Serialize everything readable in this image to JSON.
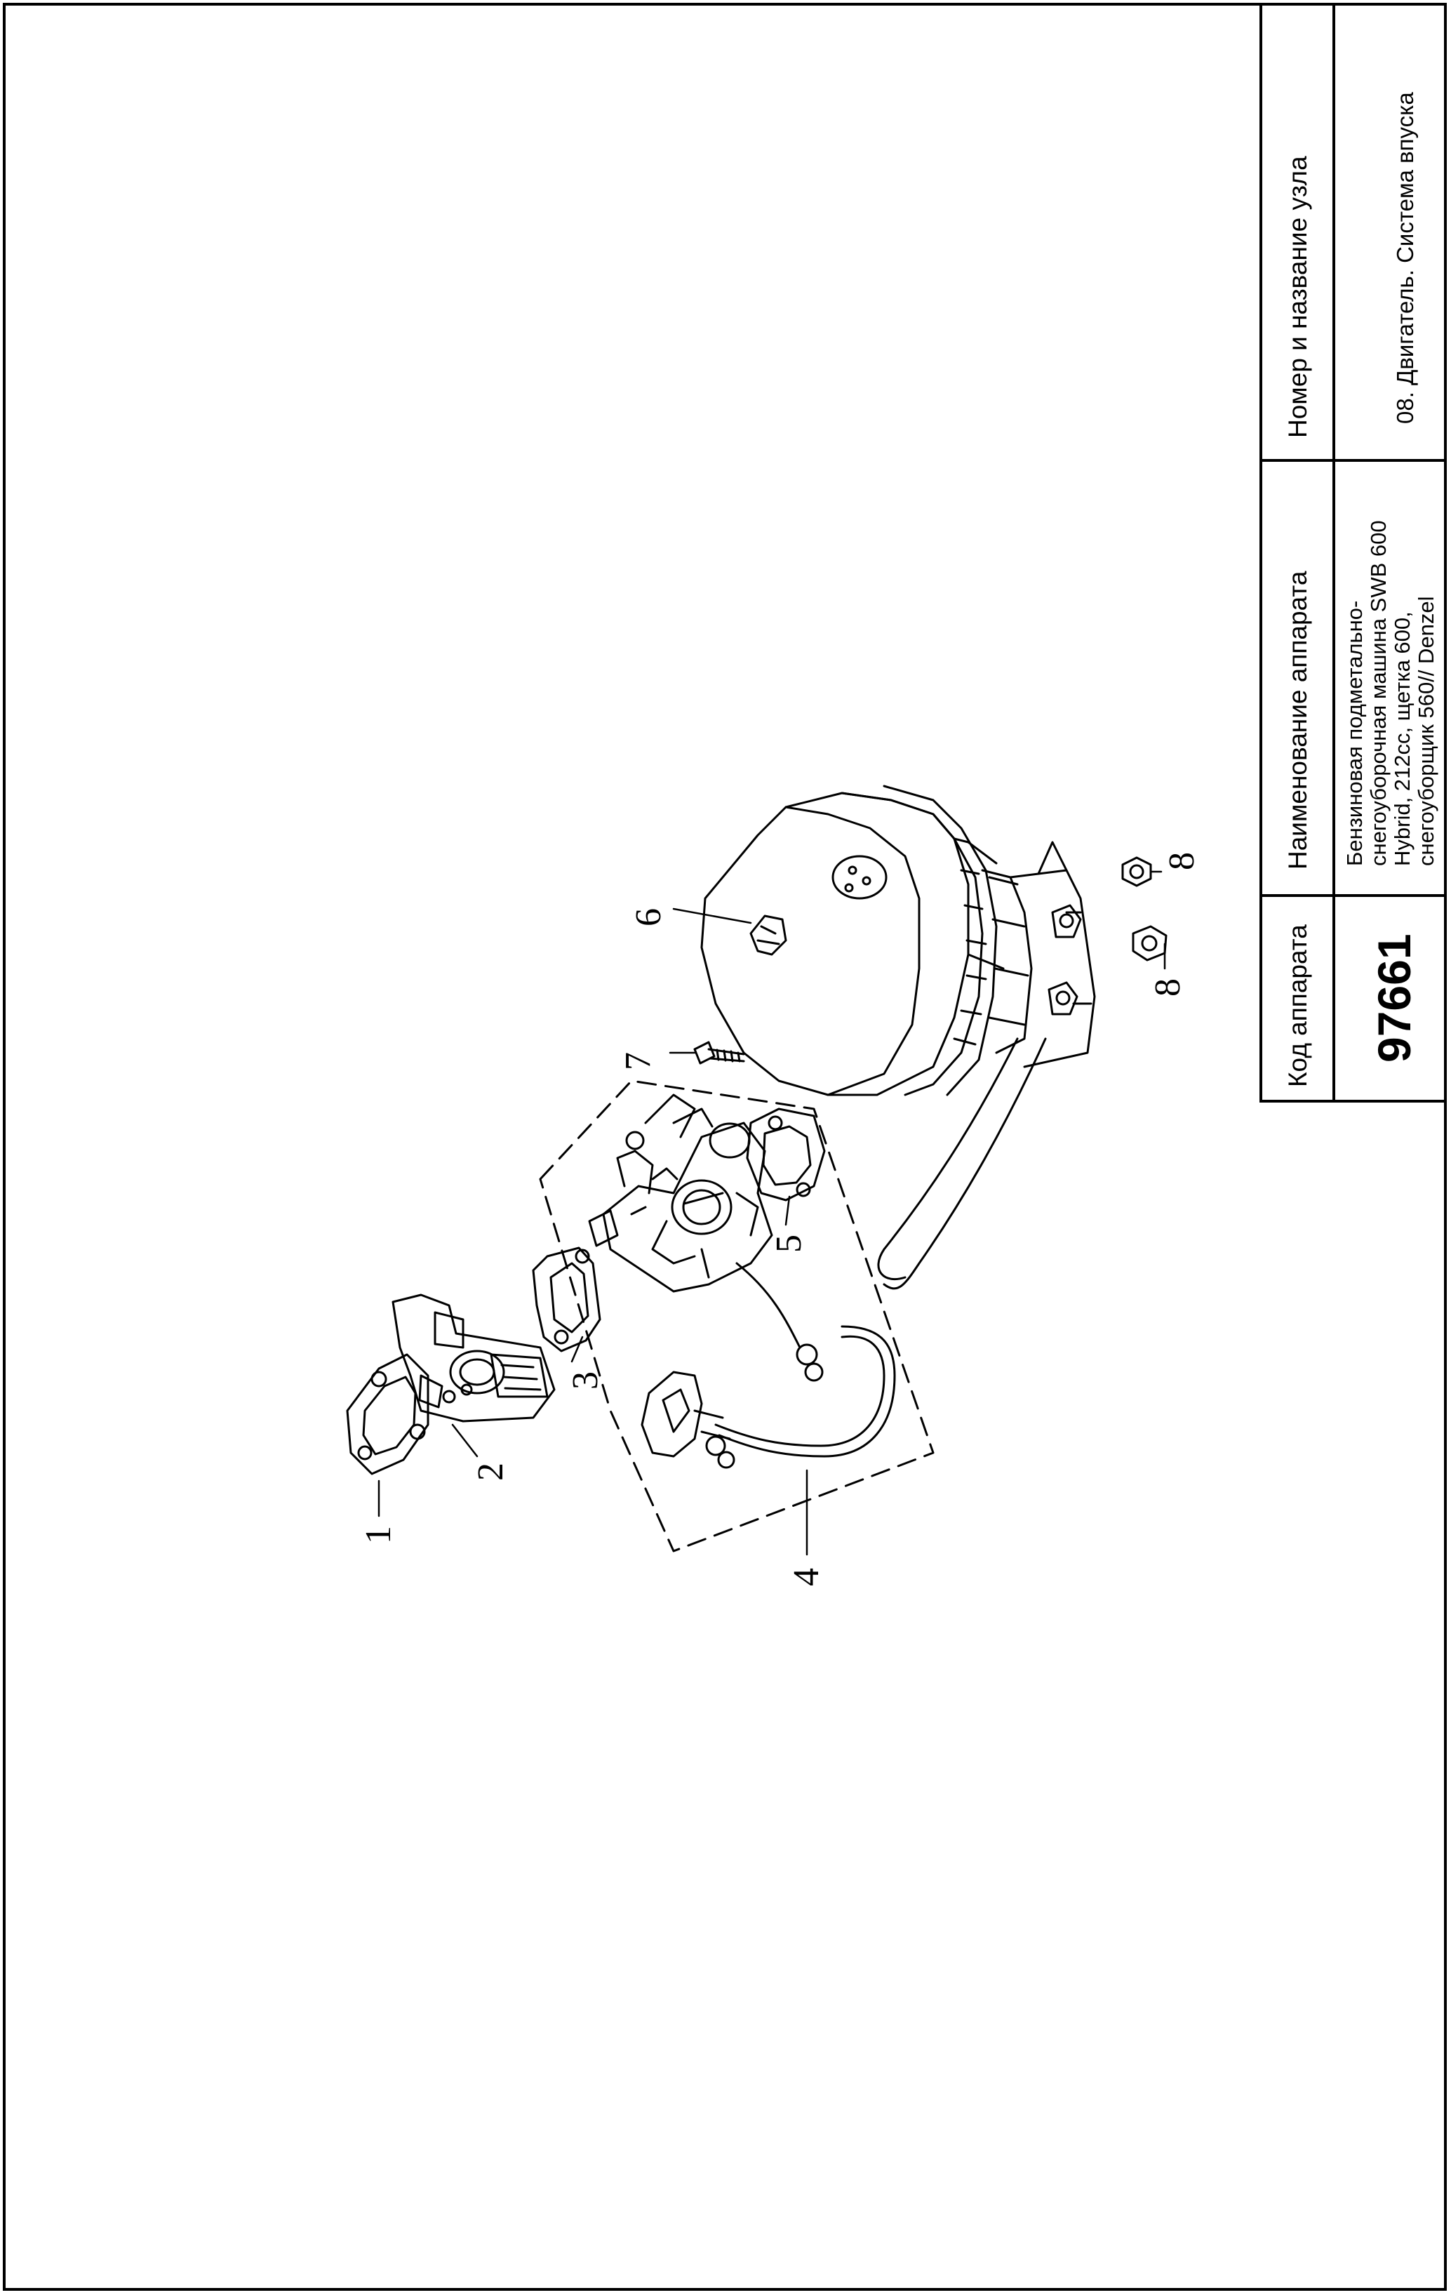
{
  "title_block": {
    "header_code": "Код аппарата",
    "header_name": "Наименование аппарата",
    "header_node": "Номер и название узла",
    "code_value": "97661",
    "name_lines": [
      "Бензиновая подметально-",
      "снегоуборочная машина SWB 600",
      "Hybrid, 212cc, щетка 600,",
      "снегоуборщик 560// Denzel"
    ],
    "node_value": "08. Двигатель. Система впуска"
  },
  "callouts": [
    "1",
    "2",
    "3",
    "4",
    "5",
    "6",
    "7",
    "8",
    "8"
  ]
}
